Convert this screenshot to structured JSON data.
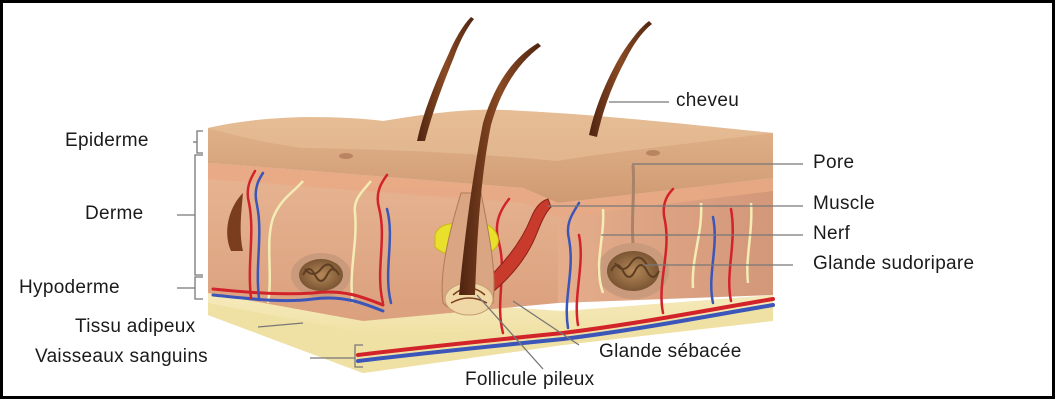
{
  "labels": {
    "cheveu": "cheveu",
    "epiderme": "Epiderme",
    "derme": "Derme",
    "hypoderme": "Hypoderme",
    "tissu_adipeux": "Tissu adipeux",
    "vaisseaux_sanguins": "Vaisseaux sanguins",
    "pore": "Pore",
    "muscle": "Muscle",
    "nerf": "Nerf",
    "glande_sudoripare": "Glande sudoripare",
    "glande_sebacee": "Glande sébacée",
    "follicule_pileux": "Follicule pileux"
  },
  "colors": {
    "epidermis": "#d7a37c",
    "dermis": "#e6b595",
    "hypodermis": "#f2e3a8",
    "hair": "#6b3317",
    "artery": "#d2232a",
    "vein": "#3b56b8",
    "nerve": "#f3eab0",
    "sebaceous_gland": "#e8e02a",
    "leader_line": "#777777"
  }
}
